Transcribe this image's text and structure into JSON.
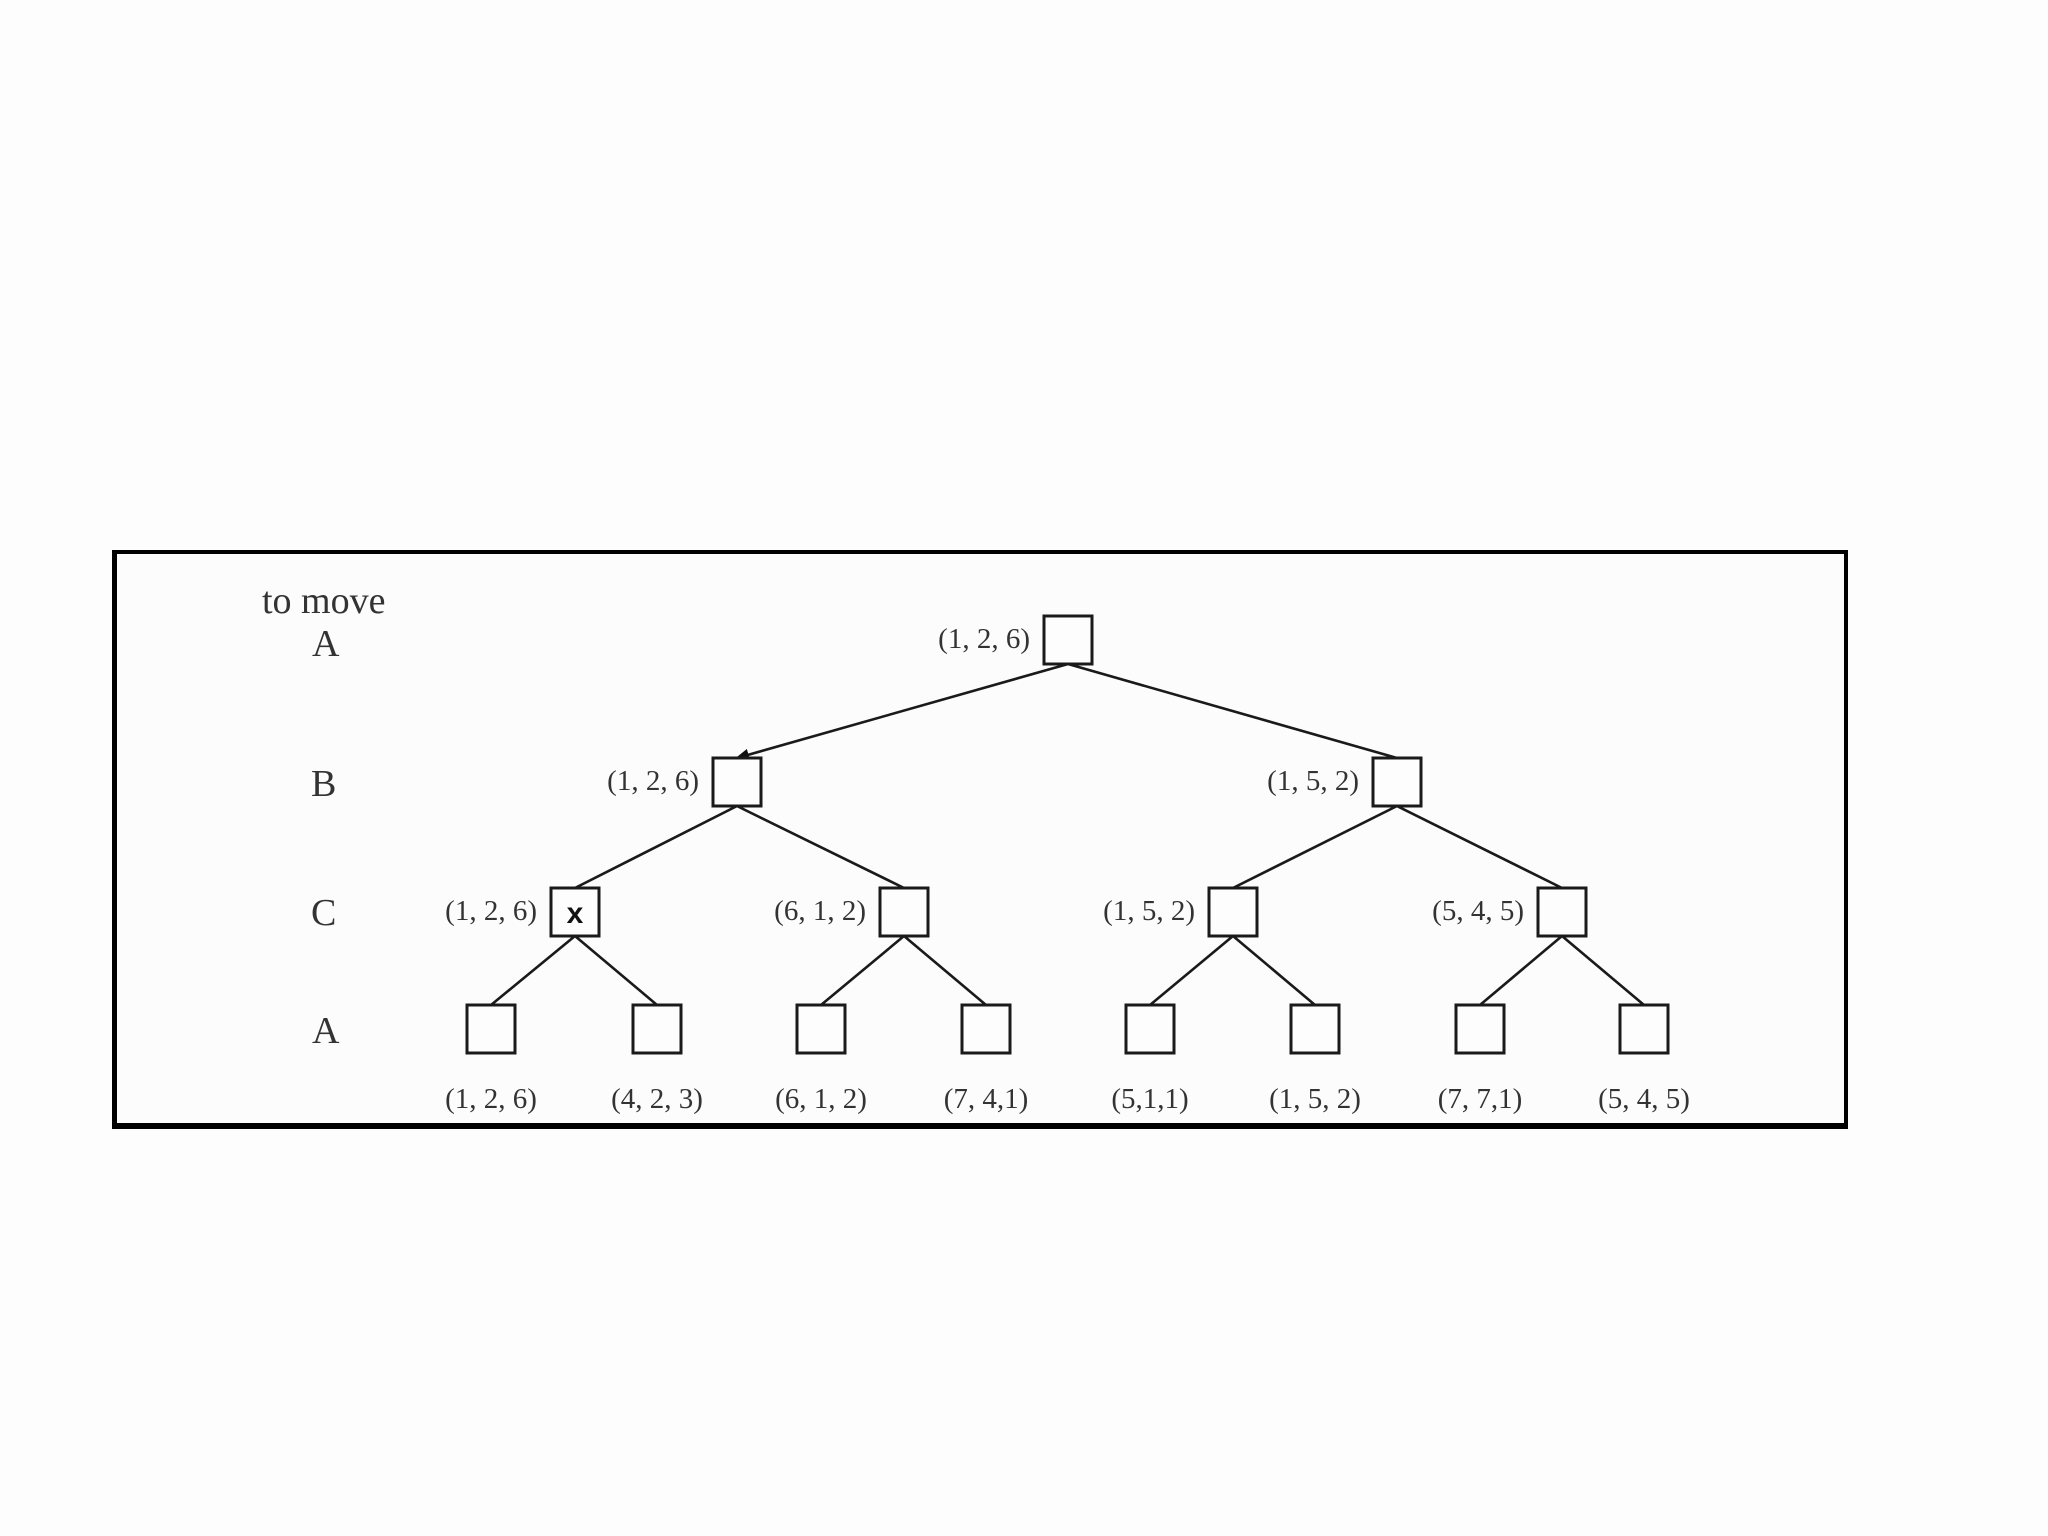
{
  "figure": {
    "header": "to move",
    "players": [
      "A",
      "B",
      "C",
      "A"
    ],
    "nodes": [
      {
        "id": "root",
        "label": "(1, 2, 6)",
        "marked": false
      },
      {
        "id": "b1",
        "label": "(1, 2, 6)",
        "marked": false
      },
      {
        "id": "b2",
        "label": "(1, 5, 2)",
        "marked": false
      },
      {
        "id": "c1",
        "label": "(1, 2, 6)",
        "marked": true
      },
      {
        "id": "c2",
        "label": "(6, 1, 2)",
        "marked": false
      },
      {
        "id": "c3",
        "label": "(1, 5, 2)",
        "marked": false
      },
      {
        "id": "c4",
        "label": "(5, 4, 5)",
        "marked": false
      },
      {
        "id": "l1",
        "label": "(1, 2, 6)",
        "marked": false
      },
      {
        "id": "l2",
        "label": "(4, 2, 3)",
        "marked": false
      },
      {
        "id": "l3",
        "label": "(6, 1, 2)",
        "marked": false
      },
      {
        "id": "l4",
        "label": "(7, 4,1)",
        "marked": false
      },
      {
        "id": "l5",
        "label": "(5,1,1)",
        "marked": false
      },
      {
        "id": "l6",
        "label": "(1, 5, 2)",
        "marked": false
      },
      {
        "id": "l7",
        "label": "(7, 7,1)",
        "marked": false
      },
      {
        "id": "l8",
        "label": "(5, 4, 5)",
        "marked": false
      }
    ],
    "edges": [
      {
        "from": "root",
        "to": "b1",
        "arrow": true
      },
      {
        "from": "root",
        "to": "b2",
        "arrow": false
      },
      {
        "from": "b1",
        "to": "c1",
        "arrow": false
      },
      {
        "from": "b1",
        "to": "c2",
        "arrow": false
      },
      {
        "from": "b2",
        "to": "c3",
        "arrow": false
      },
      {
        "from": "b2",
        "to": "c4",
        "arrow": false
      },
      {
        "from": "c1",
        "to": "l1",
        "arrow": false
      },
      {
        "from": "c1",
        "to": "l2",
        "arrow": false
      },
      {
        "from": "c2",
        "to": "l3",
        "arrow": false
      },
      {
        "from": "c2",
        "to": "l4",
        "arrow": false
      },
      {
        "from": "c3",
        "to": "l5",
        "arrow": false
      },
      {
        "from": "c3",
        "to": "l6",
        "arrow": false
      },
      {
        "from": "c4",
        "to": "l7",
        "arrow": false
      },
      {
        "from": "c4",
        "to": "l8",
        "arrow": false
      }
    ],
    "pruned_mark": "x"
  }
}
